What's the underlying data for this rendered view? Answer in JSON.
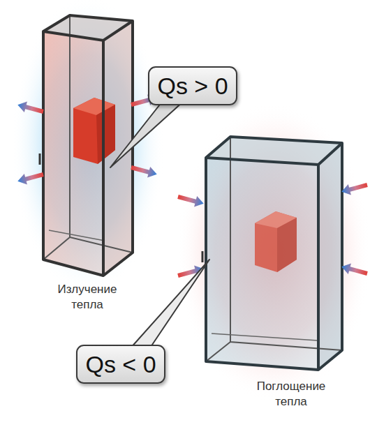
{
  "diagram": {
    "nodes": [
      {
        "text": [
          "Qs > 0"
        ]
      },
      {
        "text": [
          "Qs < 0"
        ]
      }
    ],
    "labels": [
      "Излучение тепла",
      "Поглощение тепла"
    ]
  }
}
